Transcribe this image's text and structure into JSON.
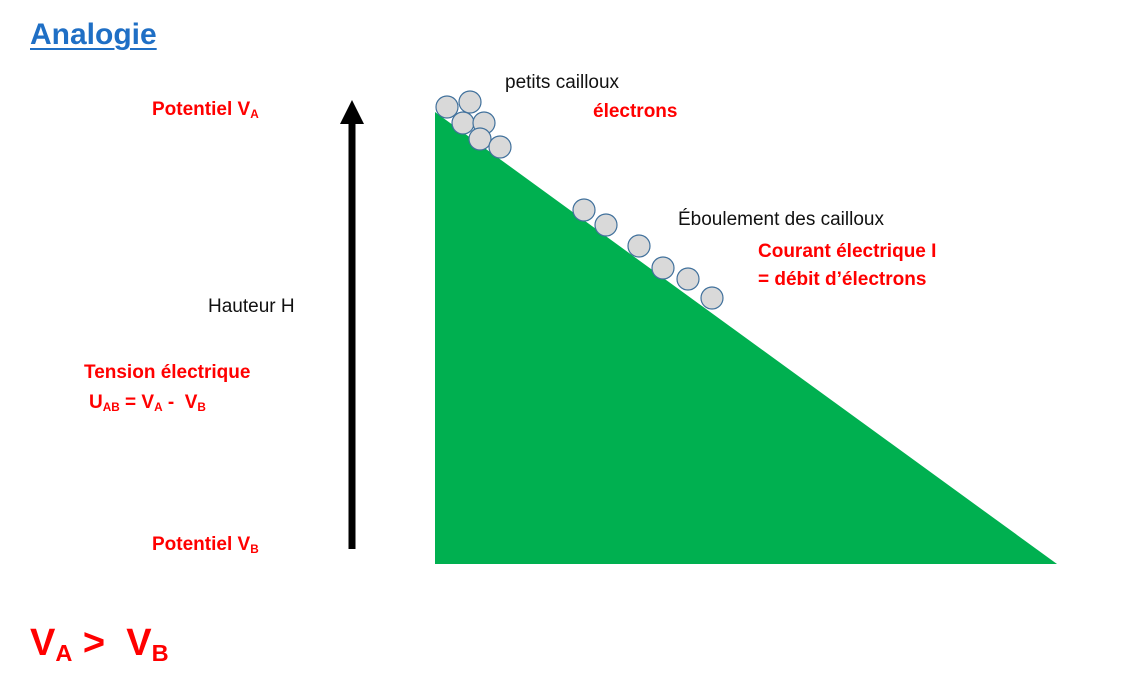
{
  "title": "Analogie",
  "potential_a": {
    "text": "Potentiel V",
    "sub": "A"
  },
  "potential_b": {
    "text": "Potentiel V",
    "sub": "B"
  },
  "height_label": "Hauteur H",
  "tension": {
    "title": "Tension électrique",
    "u": "U",
    "u_sub": "AB",
    "eq": " = V",
    "va_sub": "A",
    "minus": " -  V",
    "vb_sub": "B"
  },
  "pebbles": {
    "label": "petits cailloux",
    "analogy": "électrons"
  },
  "rockfall": {
    "label": "Éboulement des cailloux",
    "analogy_line1": "Courant électrique I",
    "analogy_line2": "= débit d’électrons"
  },
  "inequality": {
    "va": "V",
    "va_sub": "A",
    "gt": " >  V",
    "vb_sub": "B"
  },
  "colors": {
    "title": "#1f6fc5",
    "red_text": "#ff0000",
    "slope": "#00b050",
    "pebble_fill": "#d9d9d9",
    "pebble_stroke": "#41719c",
    "arrow": "#000000"
  }
}
